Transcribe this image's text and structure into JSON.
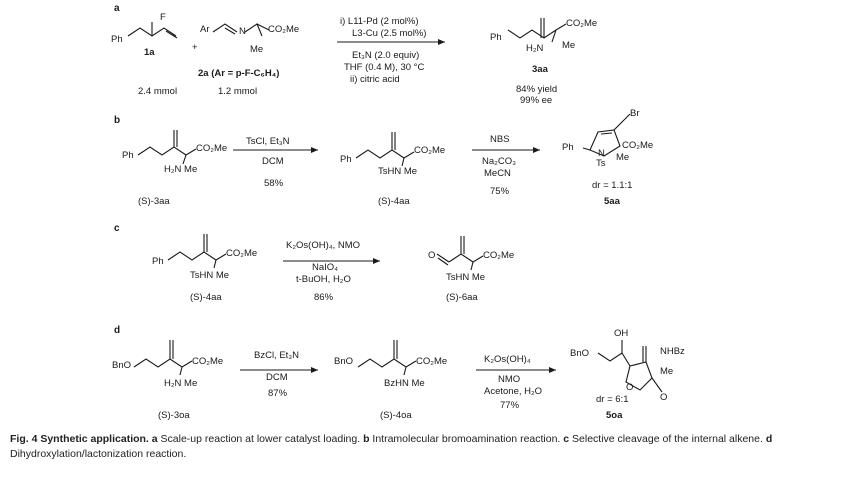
{
  "panel_labels": {
    "a": "a",
    "b": "b",
    "c": "c",
    "d": "d"
  },
  "row_a": {
    "sm1_f": "F",
    "sm1_ph": "Ph",
    "sm1_id": "1a",
    "plus": "+",
    "sm2_ar": "Ar",
    "sm2_n": "N",
    "sm2_ester": "CO₂Me",
    "sm2_me": "Me",
    "sm2_id": "2a (Ar = p-F-C₆H₄)",
    "amt1": "2.4 mmol",
    "amt2": "1.2 mmol",
    "cond_1": "i) L11-Pd (2 mol%)",
    "cond_2": "L3-Cu (2.5 mol%)",
    "cond_3": "Et₃N (2.0 equiv)",
    "cond_4": "THF (0.4 M), 30 °C",
    "cond_5": "ii) citric acid",
    "prod_ph": "Ph",
    "prod_ester": "CO₂Me",
    "prod_nh2": "H₂N",
    "prod_me": "Me",
    "prod_id": "3aa",
    "yield": "84% yield",
    "ee": "99% ee"
  },
  "row_b": {
    "sm_ph": "Ph",
    "sm_ester": "CO₂Me",
    "sm_amine": "H₂N  Me",
    "sm_id": "(S)-3aa",
    "r1_top": "TsCl, Et₃N",
    "r1_mid": "DCM",
    "r1_yield": "58%",
    "int_ph": "Ph",
    "int_ester": "CO₂Me",
    "int_amine": "TsHN  Me",
    "int_id": "(S)-4aa",
    "r2_top": "NBS",
    "r2_mid1": "Na₂CO₃",
    "r2_mid2": "MeCN",
    "r2_yield": "75%",
    "prod_br": "Br",
    "prod_ph": "Ph",
    "prod_n": "N",
    "prod_ts": "Ts",
    "prod_ester": "CO₂Me",
    "prod_me": "Me",
    "prod_dr": "dr = 1.1:1",
    "prod_id": "5aa"
  },
  "row_c": {
    "sm_ph": "Ph",
    "sm_ester": "CO₂Me",
    "sm_amine": "TsHN  Me",
    "sm_id": "(S)-4aa",
    "r_top": "K₂Os(OH)₄, NMO",
    "r_mid1": "NaIO₄",
    "r_mid2": "t-BuOH, H₂O",
    "r_yield": "86%",
    "prod_o": "O",
    "prod_ester": "CO₂Me",
    "prod_amine": "TsHN  Me",
    "prod_id": "(S)-6aa"
  },
  "row_d": {
    "sm_bno": "BnO",
    "sm_ester": "CO₂Me",
    "sm_amine": "H₂N  Me",
    "sm_id": "(S)-3oa",
    "r1_top": "BzCl, Et₃N",
    "r1_mid": "DCM",
    "r1_yield": "87%",
    "int_bno": "BnO",
    "int_ester": "CO₂Me",
    "int_amine": "BzHN  Me",
    "int_id": "(S)-4oa",
    "r2_top": "K₂Os(OH)₄",
    "r2_mid1": "NMO",
    "r2_mid2": "Acetone, H₂O",
    "r2_yield": "77%",
    "prod_oh": "OH",
    "prod_bno": "BnO",
    "prod_nhbz": "NHBz",
    "prod_me": "Me",
    "prod_o1": "O",
    "prod_o2": "O",
    "prod_dr": "dr = 6:1",
    "prod_id": "5oa"
  },
  "caption": {
    "fig": "Fig. 4 Synthetic application.",
    "a_key": "a",
    "a_text": " Scale-up reaction at lower catalyst loading. ",
    "b_key": "b",
    "b_text": " Intramolecular bromoamination reaction. ",
    "c_key": "c",
    "c_text": " Selective cleavage of the internal alkene. ",
    "d_key": "d",
    "d_text": " Dihydroxylation/lactonization reaction."
  }
}
